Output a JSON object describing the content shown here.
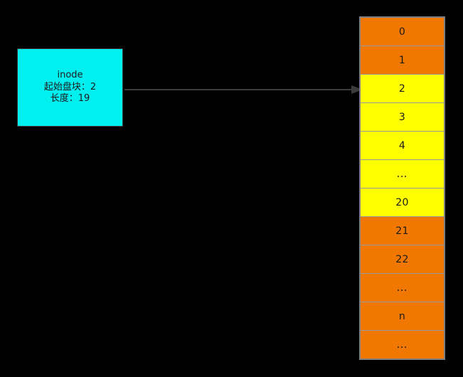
{
  "diagram": {
    "title": "inode-contiguous-allocation-diagram",
    "background_color": "#000000"
  },
  "inode": {
    "label": "inode",
    "start_block_label": "起始盘块：2",
    "length_label": "长度：19",
    "fill_color": "#00f0f0",
    "text_color": "#1a1a1a"
  },
  "arrow": {
    "color": "#3c3c3c",
    "from": "inode",
    "to": "block-2"
  },
  "disk": {
    "border_color": "#808080",
    "allocated_color": "#ffff00",
    "free_color": "#f07800",
    "rows": [
      {
        "label": "0",
        "state": "free",
        "color": "#f07800"
      },
      {
        "label": "1",
        "state": "free",
        "color": "#f07800"
      },
      {
        "label": "2",
        "state": "allocated",
        "color": "#ffff00"
      },
      {
        "label": "3",
        "state": "allocated",
        "color": "#ffff00"
      },
      {
        "label": "4",
        "state": "allocated",
        "color": "#ffff00"
      },
      {
        "label": "…",
        "state": "allocated",
        "color": "#ffff00"
      },
      {
        "label": "20",
        "state": "allocated",
        "color": "#ffff00"
      },
      {
        "label": "21",
        "state": "free",
        "color": "#f07800"
      },
      {
        "label": "22",
        "state": "free",
        "color": "#f07800"
      },
      {
        "label": "…",
        "state": "free",
        "color": "#f07800"
      },
      {
        "label": "n",
        "state": "free",
        "color": "#f07800"
      },
      {
        "label": "…",
        "state": "free",
        "color": "#f07800"
      }
    ]
  }
}
